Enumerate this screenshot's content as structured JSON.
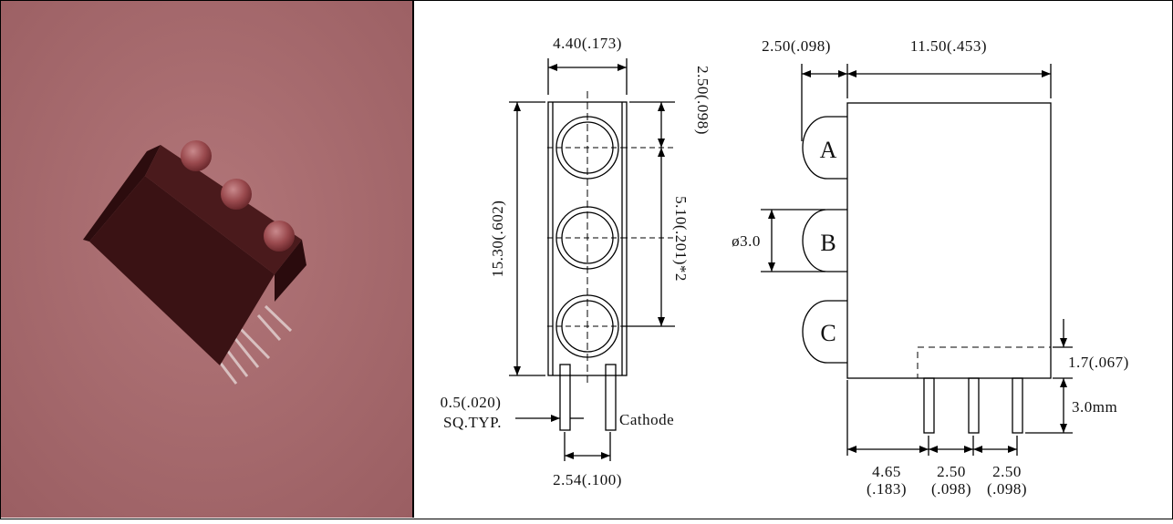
{
  "colors": {
    "photo_background": "#a3666a",
    "component_body": "#3a1214",
    "led_lens": "#9b4b4f",
    "line": "#000000"
  },
  "photo": {
    "subject": "3-LED right-angle PCB indicator with leads"
  },
  "front_view": {
    "width_dim": "4.40(.173)",
    "height_dim": "15.30(.602)",
    "top_offset_dim": "2.50(.098)",
    "pitch_dim": "5.10(.201)*2",
    "pin_size_line1": "0.5(.020)",
    "pin_size_line2": "SQ.TYP.",
    "cathode_label": "Cathode",
    "pin_spacing_dim": "2.54(.100)"
  },
  "side_view": {
    "lens_offset_dim": "2.50(.098)",
    "body_length_dim": "11.50(.453)",
    "diameter_dim": "ø3.0",
    "led_labels": [
      "A",
      "B",
      "C"
    ],
    "standoff_dim": "1.7(.067)",
    "lead_length_dim": "3.0mm",
    "pin_offset_line1": "4.65",
    "pin_offset_line2": "(.183)",
    "pitch1_line1": "2.50",
    "pitch1_line2": "(.098)",
    "pitch2_line1": "2.50",
    "pitch2_line2": "(.098)"
  }
}
